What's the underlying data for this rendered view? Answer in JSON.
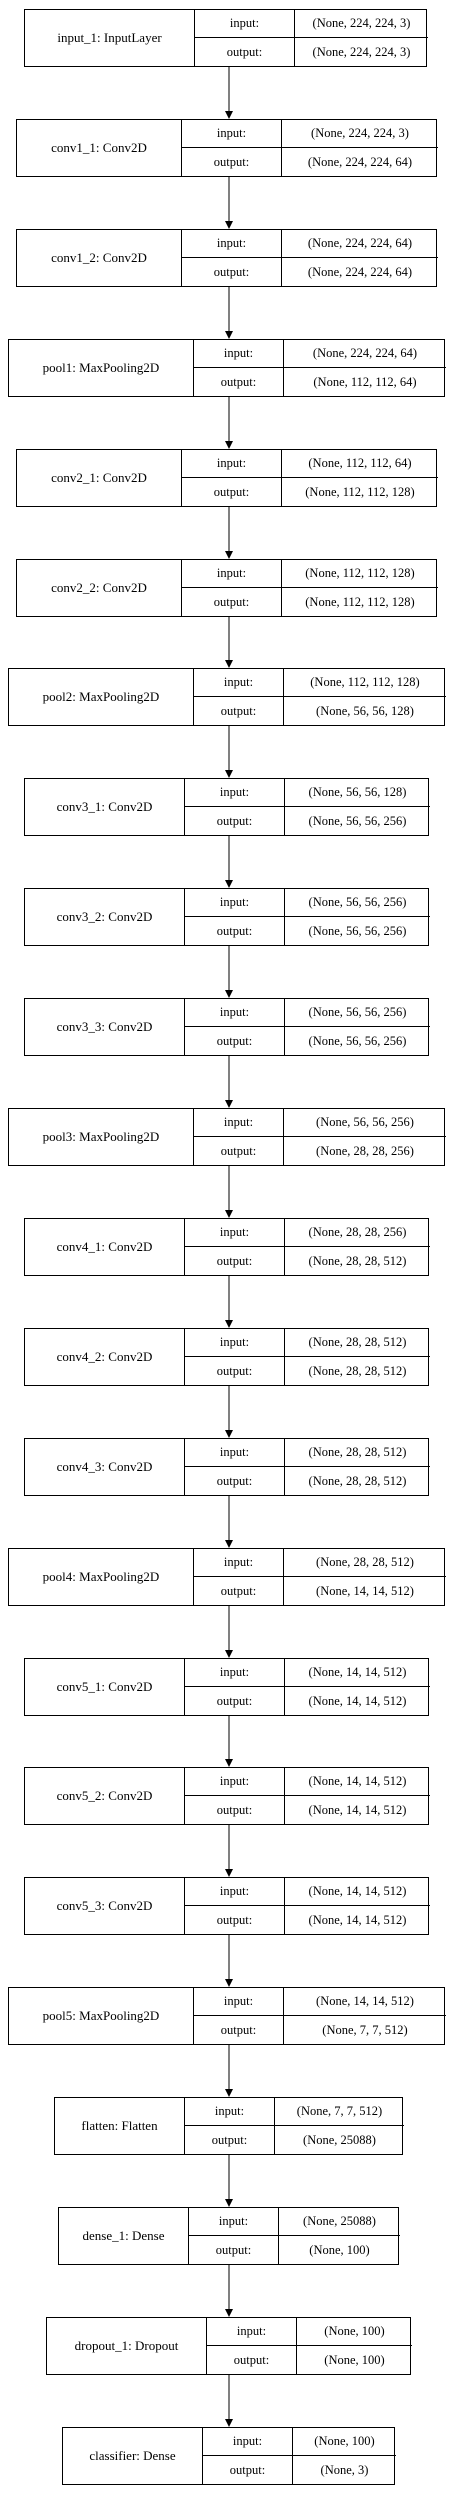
{
  "diagram": {
    "port_labels": {
      "input": "input:",
      "output": "output:"
    },
    "nodes": [
      {
        "name": "input_1: InputLayer",
        "input": "(None, 224, 224, 3)",
        "output": "(None, 224, 224, 3)"
      },
      {
        "name": "conv1_1: Conv2D",
        "input": "(None, 224, 224, 3)",
        "output": "(None, 224, 224, 64)"
      },
      {
        "name": "conv1_2: Conv2D",
        "input": "(None, 224, 224, 64)",
        "output": "(None, 224, 224, 64)"
      },
      {
        "name": "pool1: MaxPooling2D",
        "input": "(None, 224, 224, 64)",
        "output": "(None, 112, 112, 64)"
      },
      {
        "name": "conv2_1: Conv2D",
        "input": "(None, 112, 112, 64)",
        "output": "(None, 112, 112, 128)"
      },
      {
        "name": "conv2_2: Conv2D",
        "input": "(None, 112, 112, 128)",
        "output": "(None, 112, 112, 128)"
      },
      {
        "name": "pool2: MaxPooling2D",
        "input": "(None, 112, 112, 128)",
        "output": "(None, 56, 56, 128)"
      },
      {
        "name": "conv3_1: Conv2D",
        "input": "(None, 56, 56, 128)",
        "output": "(None, 56, 56, 256)"
      },
      {
        "name": "conv3_2: Conv2D",
        "input": "(None, 56, 56, 256)",
        "output": "(None, 56, 56, 256)"
      },
      {
        "name": "conv3_3: Conv2D",
        "input": "(None, 56, 56, 256)",
        "output": "(None, 56, 56, 256)"
      },
      {
        "name": "pool3: MaxPooling2D",
        "input": "(None, 56, 56, 256)",
        "output": "(None, 28, 28, 256)"
      },
      {
        "name": "conv4_1: Conv2D",
        "input": "(None, 28, 28, 256)",
        "output": "(None, 28, 28, 512)"
      },
      {
        "name": "conv4_2: Conv2D",
        "input": "(None, 28, 28, 512)",
        "output": "(None, 28, 28, 512)"
      },
      {
        "name": "conv4_3: Conv2D",
        "input": "(None, 28, 28, 512)",
        "output": "(None, 28, 28, 512)"
      },
      {
        "name": "pool4: MaxPooling2D",
        "input": "(None, 28, 28, 512)",
        "output": "(None, 14, 14, 512)"
      },
      {
        "name": "conv5_1: Conv2D",
        "input": "(None, 14, 14, 512)",
        "output": "(None, 14, 14, 512)"
      },
      {
        "name": "conv5_2: Conv2D",
        "input": "(None, 14, 14, 512)",
        "output": "(None, 14, 14, 512)"
      },
      {
        "name": "conv5_3: Conv2D",
        "input": "(None, 14, 14, 512)",
        "output": "(None, 14, 14, 512)"
      },
      {
        "name": "pool5: MaxPooling2D",
        "input": "(None, 14, 14, 512)",
        "output": "(None, 7, 7, 512)"
      },
      {
        "name": "flatten: Flatten",
        "input": "(None, 7, 7, 512)",
        "output": "(None, 25088)"
      },
      {
        "name": "dense_1: Dense",
        "input": "(None, 25088)",
        "output": "(None, 100)"
      },
      {
        "name": "dropout_1: Dropout",
        "input": "(None, 100)",
        "output": "(None, 100)"
      },
      {
        "name": "classifier: Dense",
        "input": "(None, 100)",
        "output": "(None, 3)"
      }
    ]
  }
}
